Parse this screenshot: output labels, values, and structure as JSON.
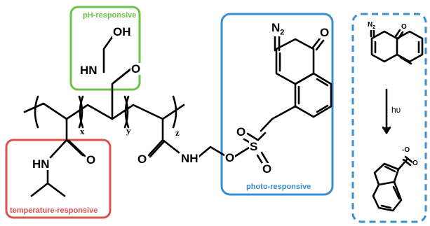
{
  "labels": {
    "ph": "pH-responsive",
    "temperature": "temperature-responsive",
    "photo": "photo-responsive"
  },
  "subscripts": {
    "x": "x",
    "y": "y",
    "z": "z"
  },
  "atoms": {
    "oh": "OH",
    "hn_ph": "HN",
    "o_ph": "O",
    "hn_temp": "HN",
    "o_temp": "O",
    "o_link": "O",
    "nh_link": "NH",
    "o_ester": "O",
    "s": "S",
    "o_s1": "O",
    "o_s2": "O",
    "n2": "N",
    "n2_sub": "2",
    "o_ketone": "O",
    "small_n2": "N",
    "small_n2_sub": "2",
    "small_o": "O",
    "small_o_minus": "-O",
    "small_o2": "O"
  },
  "reaction": {
    "label": "hυ"
  },
  "colors": {
    "ph_box": "#6cc24a",
    "temp_box": "#d9534f",
    "photo_box": "#3a8fd1",
    "bond": "#000000"
  }
}
